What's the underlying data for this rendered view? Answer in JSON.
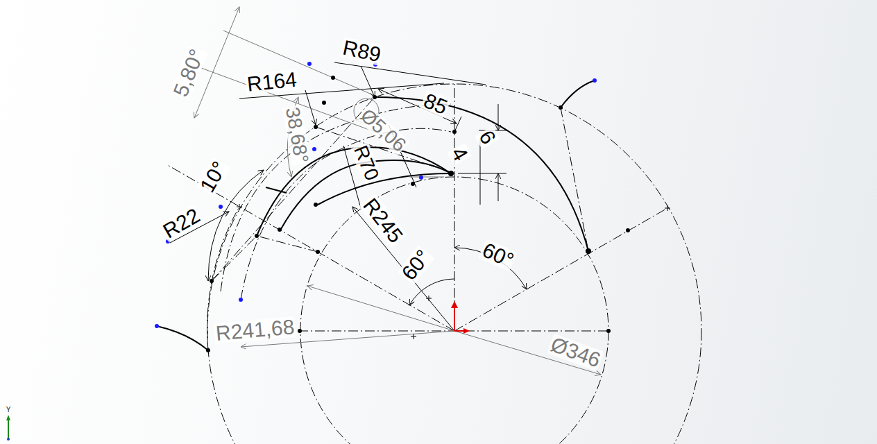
{
  "diagram": {
    "labels": [
      "5,80°",
      "R89",
      "R164",
      "85",
      "38,68°",
      "Ø5,06",
      "R70",
      "4",
      "6",
      "R22",
      "10°",
      "R245",
      "60°",
      "60°",
      "R241,68",
      "Ø346",
      "Y"
    ]
  }
}
